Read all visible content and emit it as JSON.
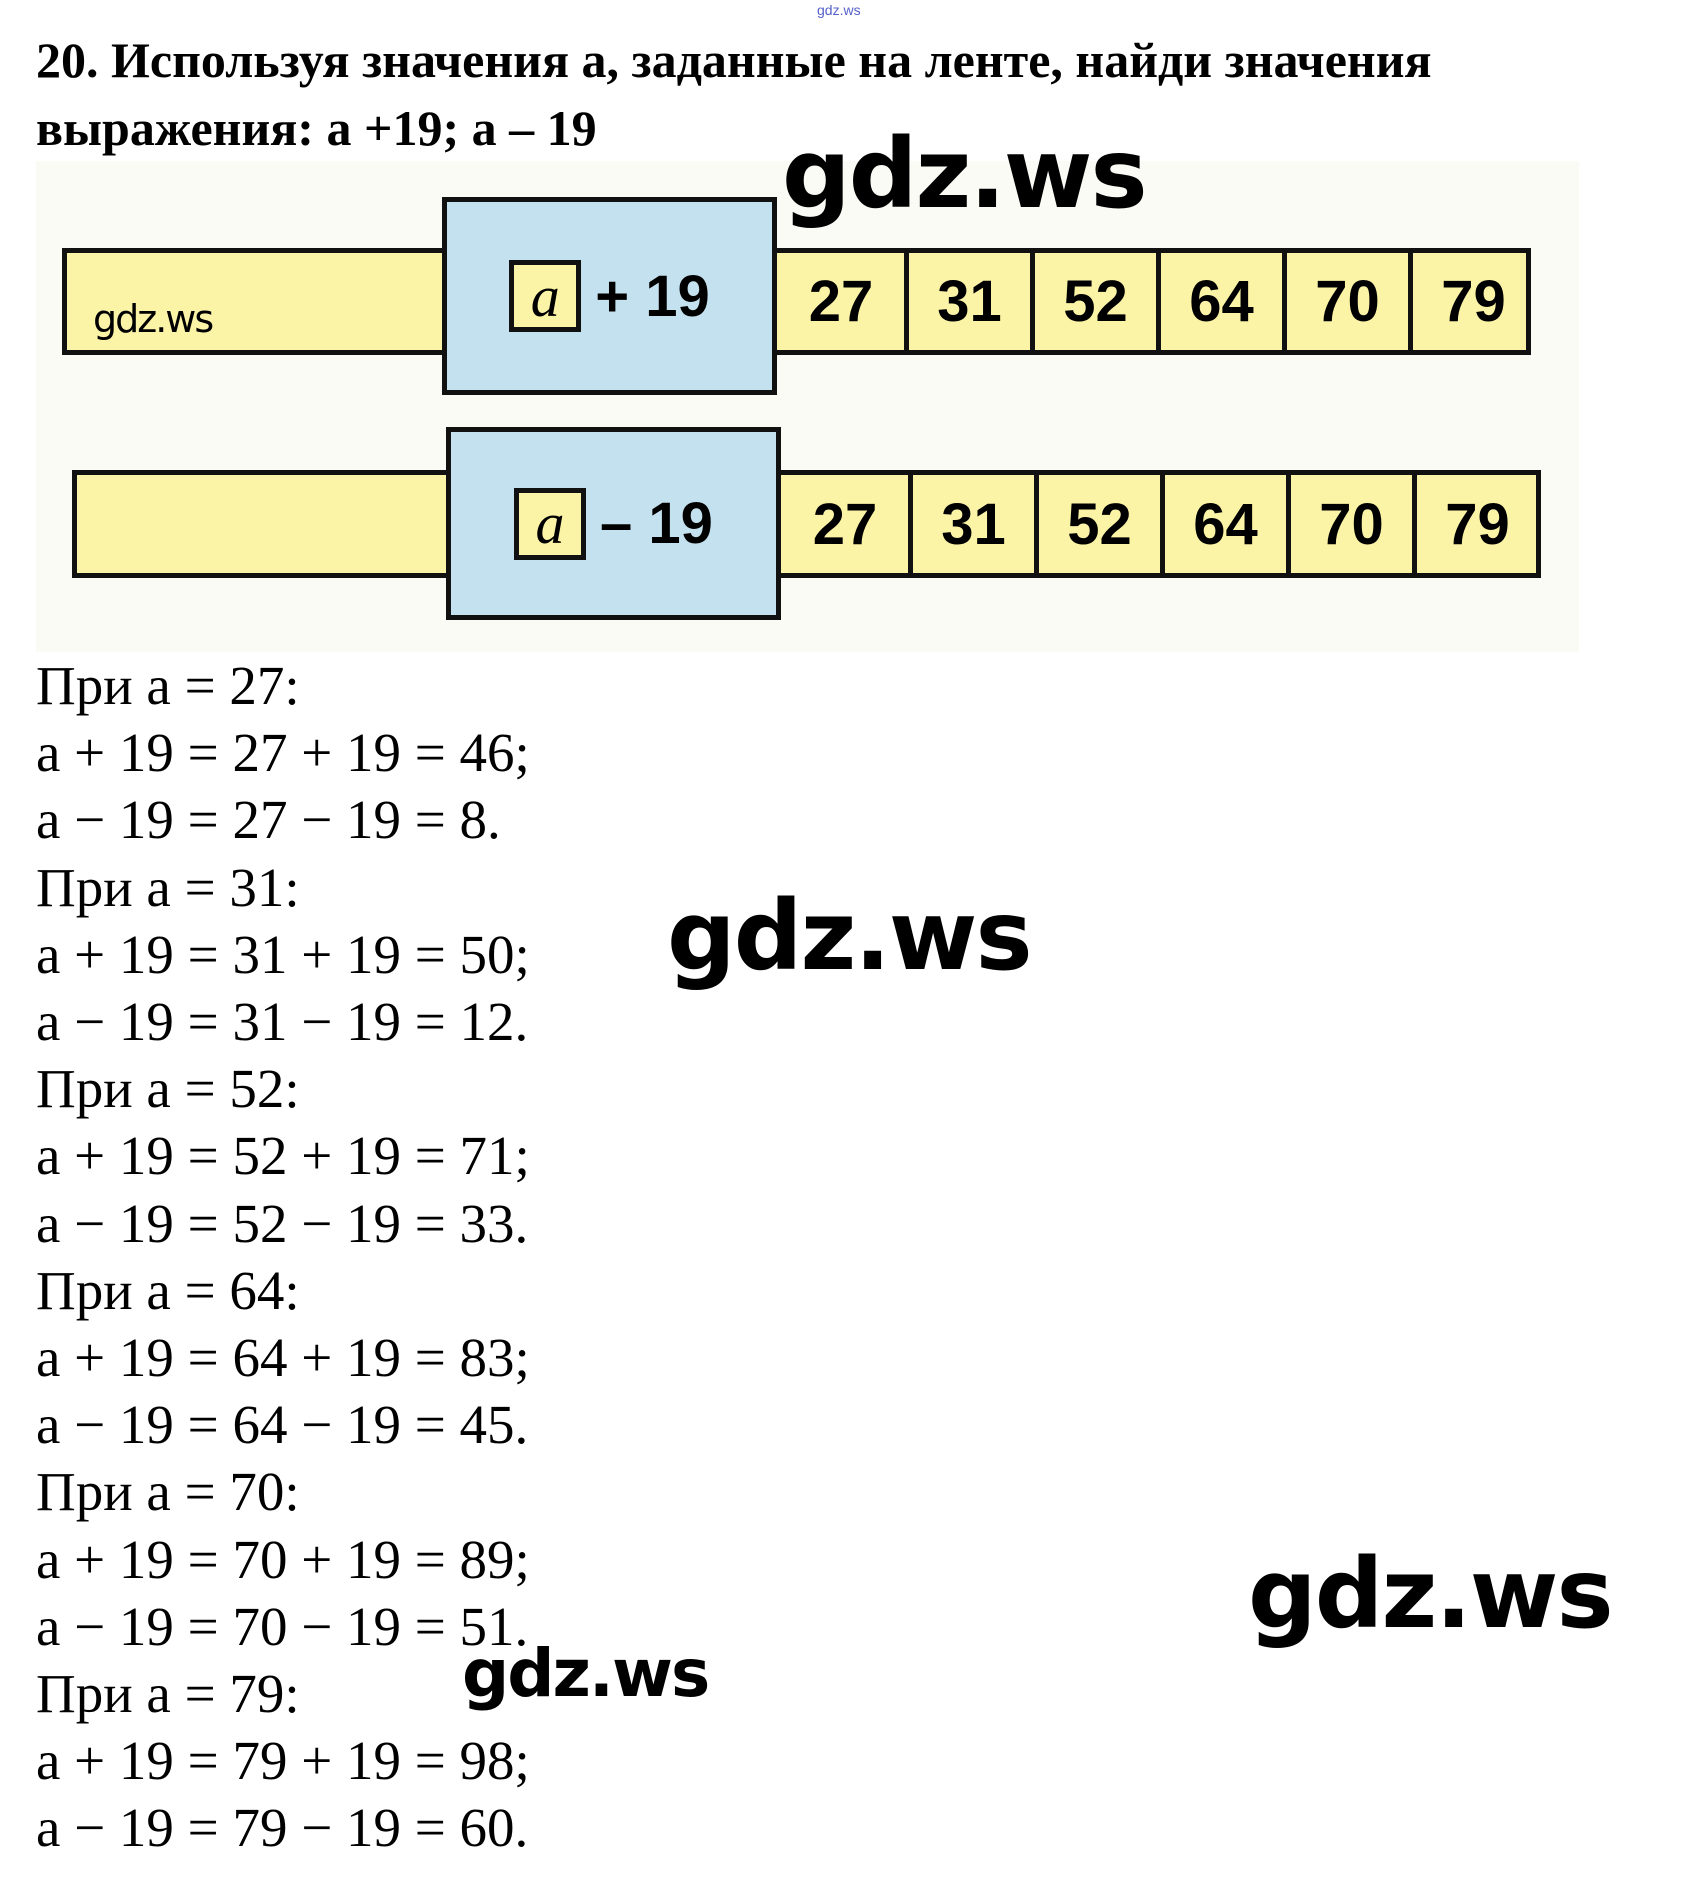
{
  "watermark_top": "gdz.ws",
  "watermark": "gdz.ws",
  "task": {
    "title_line1": "20. Используя значения а, заданные на ленте, найди значения",
    "title_line2": "выражения: а +19; а – 19"
  },
  "tape_plus": {
    "variable": "a",
    "operator": "+ 19",
    "values": [
      "27",
      "31",
      "52",
      "64",
      "70",
      "79"
    ]
  },
  "tape_minus": {
    "variable": "a",
    "operator": "– 19",
    "values": [
      "27",
      "31",
      "52",
      "64",
      "70",
      "79"
    ]
  },
  "solution": [
    "При а = 27:",
    "а + 19 = 27 + 19 = 46;",
    "а − 19 = 27 − 19 = 8.",
    "При а = 31:",
    "а + 19 = 31 + 19 = 50;",
    "а − 19 = 31 − 19 = 12.",
    "При а = 52:",
    "а + 19 = 52 + 19 = 71;",
    "а − 19 = 52 − 19 = 33.",
    "При а = 64:",
    "а + 19 = 64 + 19 = 83;",
    "а − 19 = 64 − 19 = 45.",
    "При а = 70:",
    "а + 19 = 70 + 19 = 89;",
    "а − 19 = 70 − 19 = 51.",
    "При а = 79:",
    "а + 19 = 79 + 19 = 98;",
    "а − 19 = 79 − 19 = 60."
  ],
  "colors": {
    "tape": "#fbf3a6",
    "box": "#c4e1ef"
  }
}
